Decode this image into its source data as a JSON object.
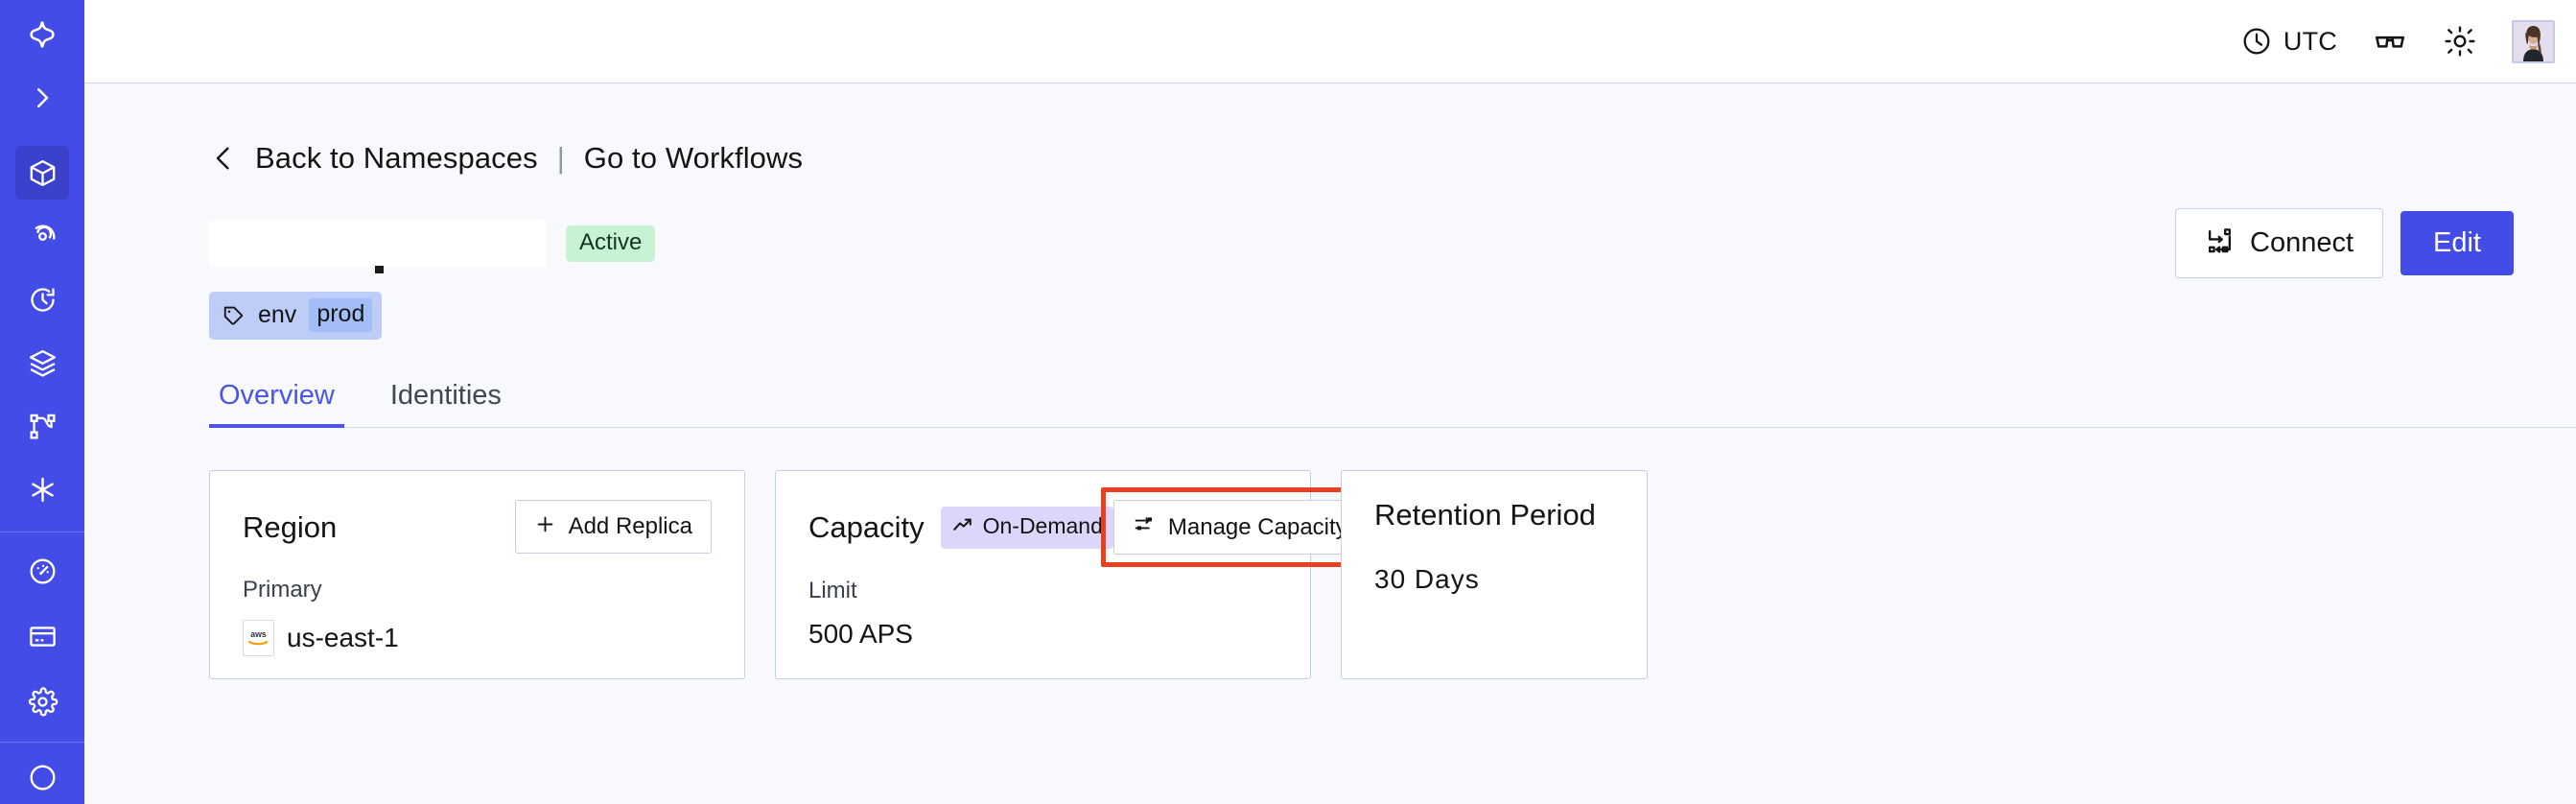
{
  "sidebar": {
    "logo": {
      "icon": "temporal-star-logo"
    },
    "expand": {
      "icon": "chevron-right-icon",
      "label": "Expand navigation"
    },
    "main_items": [
      {
        "icon": "cube-icon",
        "label": "Namespaces",
        "active": true
      },
      {
        "icon": "eye-spiral-icon",
        "label": "Observability",
        "active": false
      },
      {
        "icon": "timer-icon",
        "label": "Schedules",
        "active": false
      },
      {
        "icon": "layers-icon",
        "label": "Batch Operations",
        "active": false
      },
      {
        "icon": "workflow-branch-icon",
        "label": "Workflows",
        "active": false
      },
      {
        "icon": "asterisk-icon",
        "label": "Nexus",
        "active": false
      }
    ],
    "bottom_items": [
      {
        "icon": "gauge-icon",
        "label": "Usage",
        "active": false
      },
      {
        "icon": "credit-card-icon",
        "label": "Billing",
        "active": false
      },
      {
        "icon": "gear-icon",
        "label": "Settings",
        "active": false
      }
    ]
  },
  "topbar": {
    "timezone_label": "UTC",
    "timezone_icon": "clock-icon",
    "docs_icon": "glasses-icon",
    "theme_icon": "sun-icon",
    "avatar_icon": "user-avatar"
  },
  "breadcrumb": {
    "back_icon": "chevron-left-icon",
    "back_label": "Back to Namespaces",
    "separator": "|",
    "forward_label": "Go to Workflows"
  },
  "namespace": {
    "name": "",
    "status_badge": "Active",
    "tag": {
      "icon": "tag-icon",
      "key": "env",
      "value": "prod"
    }
  },
  "actions": {
    "connect_label": "Connect",
    "connect_icon": "connect-icon",
    "edit_label": "Edit"
  },
  "tabs": [
    {
      "label": "Overview",
      "active": true
    },
    {
      "label": "Identities",
      "active": false
    }
  ],
  "cards": {
    "region": {
      "title": "Region",
      "button_label": "Add Replica",
      "button_icon": "plus-icon",
      "sub_label": "Primary",
      "provider_icon": "aws-logo",
      "value": "us-east-1"
    },
    "capacity": {
      "title": "Capacity",
      "badge_label": "On-Demand",
      "badge_icon": "trending-up-icon",
      "button_label": "Manage Capacity",
      "button_icon": "sliders-icon",
      "sub_label": "Limit",
      "value": "500 APS",
      "highlighted": true
    },
    "retention": {
      "title": "Retention Period",
      "value": "30 Days"
    }
  },
  "colors": {
    "brand_indigo": "#444ce7",
    "sidebar_active": "#3b41cc",
    "page_bg": "#f7f9fc",
    "card_border": "#c3cee0",
    "badge_active_bg": "#c8f2d4",
    "badge_ondemand_bg": "#ded5fb",
    "tag_bg": "#bdcdf7",
    "tag_value_bg": "#a3bdf7",
    "highlight_red": "#e8401f",
    "tab_active": "#4d55e8"
  }
}
